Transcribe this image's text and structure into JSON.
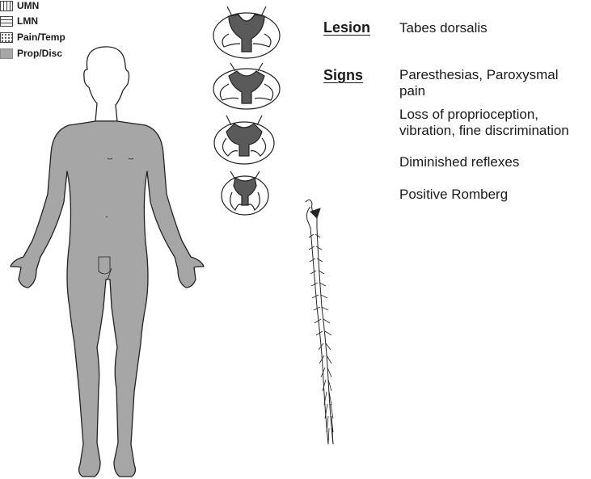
{
  "legend": [
    {
      "label": "UMN",
      "swatch": "vertical-lines"
    },
    {
      "label": "LMN",
      "swatch": "horizontal-lines"
    },
    {
      "label": "Pain/Temp",
      "swatch": "dots"
    },
    {
      "label": "Prop/Disc",
      "swatch": "solid-gray"
    }
  ],
  "lesion": {
    "heading": "Lesion",
    "value": "Tabes dorsalis"
  },
  "signs": {
    "heading": "Signs",
    "items": [
      "Paresthesias, Paroxysmal\npain",
      "Loss of proprioception,\nvibration, fine discrimination",
      "Diminished reflexes",
      "Positive Romberg"
    ]
  },
  "colors": {
    "affected_area": "#a6a6a6",
    "lesion_fill": "#5a5a5a",
    "outline": "#222222"
  }
}
